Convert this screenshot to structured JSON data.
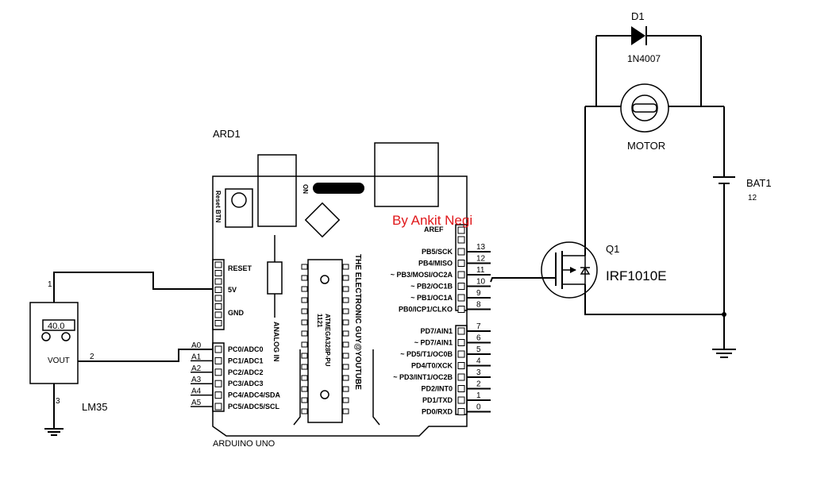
{
  "board": {
    "ref": "ARD1",
    "name": "ARDUINO UNO",
    "reset_btn": "Reset BTN",
    "on_label": "ON",
    "aref": "AREF",
    "brand": "THE ELECTRONIC GUY@YOUTUBE",
    "analog_in": "ANALOG IN",
    "chip": "ATMEGA328P-PU",
    "chip_num": "1121",
    "power_pins": [
      "RESET",
      "5V",
      "GND"
    ],
    "analog_pins": [
      "PC0/ADC0",
      "PC1/ADC1",
      "PC2/ADC2",
      "PC3/ADC3",
      "PC4/ADC4/SDA",
      "PC5/ADC5/SCL"
    ],
    "analog_wire_labels": [
      "A0",
      "A1",
      "A2",
      "A3",
      "A4",
      "A5"
    ],
    "digital_top": [
      {
        "name": "PB5/SCK",
        "num": "13"
      },
      {
        "name": "PB4/MISO",
        "num": "12"
      },
      {
        "name": "~ PB3/MOSI/OC2A",
        "num": "11"
      },
      {
        "name": "~ PB2/OC1B",
        "num": "10"
      },
      {
        "name": "~ PB1/OC1A",
        "num": "9"
      },
      {
        "name": "PB0/ICP1/CLKO",
        "num": "8"
      }
    ],
    "digital_bottom": [
      {
        "name": "PD7/AIN1",
        "num": "7"
      },
      {
        "name": "~ PD7/AIN1",
        "num": "6"
      },
      {
        "name": "~ PD5/T1/OC0B",
        "num": "5"
      },
      {
        "name": "PD4/T0/XCK",
        "num": "4"
      },
      {
        "name": "~ PD3/INT1/OC2B",
        "num": "3"
      },
      {
        "name": "PD2/INT0",
        "num": "2"
      },
      {
        "name": "PD1/TXD",
        "num": "1"
      },
      {
        "name": "PD0/RXD",
        "num": "0"
      }
    ]
  },
  "author": "By Ankit Negi",
  "author_color": "#e0181b",
  "sensor": {
    "name": "LM35",
    "reading": "40.0",
    "vout": "VOUT",
    "pin1": "1",
    "pin2": "2",
    "pin3": "3"
  },
  "mosfet": {
    "ref": "Q1",
    "part": "IRF1010E"
  },
  "diode": {
    "ref": "D1",
    "part": "1N4007"
  },
  "motor": {
    "label": "MOTOR"
  },
  "battery": {
    "ref": "BAT1",
    "value": "12"
  }
}
